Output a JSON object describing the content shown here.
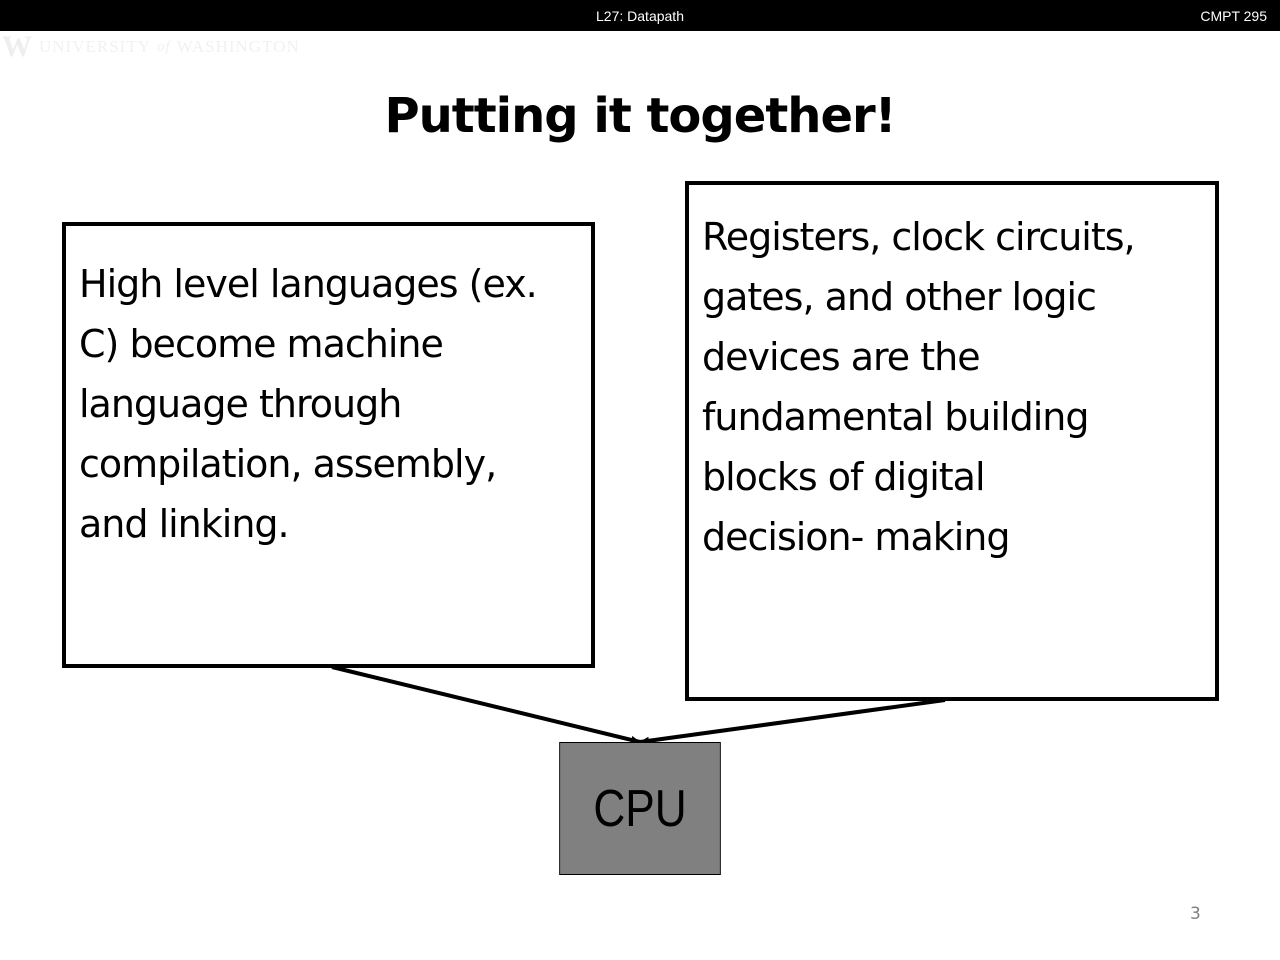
{
  "header": {
    "lecture_title": "L27: Datapath",
    "course": "CMPT 295"
  },
  "logo": {
    "mark": "W",
    "text_left": "UNIVERSITY",
    "text_of": "of",
    "text_right": "WASHINGTON"
  },
  "slide": {
    "title": "Putting it together!",
    "left_box_lines": [
      "High level languages (ex.",
      "C) become machine",
      "language through",
      "compilation, assembly,",
      "and linking."
    ],
    "right_box_lines": [
      "Registers, clock circuits,",
      "gates, and other logic",
      "devices are the",
      "fundamental building",
      "blocks of digital",
      "decision- making"
    ],
    "cpu_label": "CPU",
    "page_number": "3"
  },
  "colors": {
    "header_bg": "#000000",
    "cpu_fill": "#808080",
    "page_number": "#808080"
  }
}
